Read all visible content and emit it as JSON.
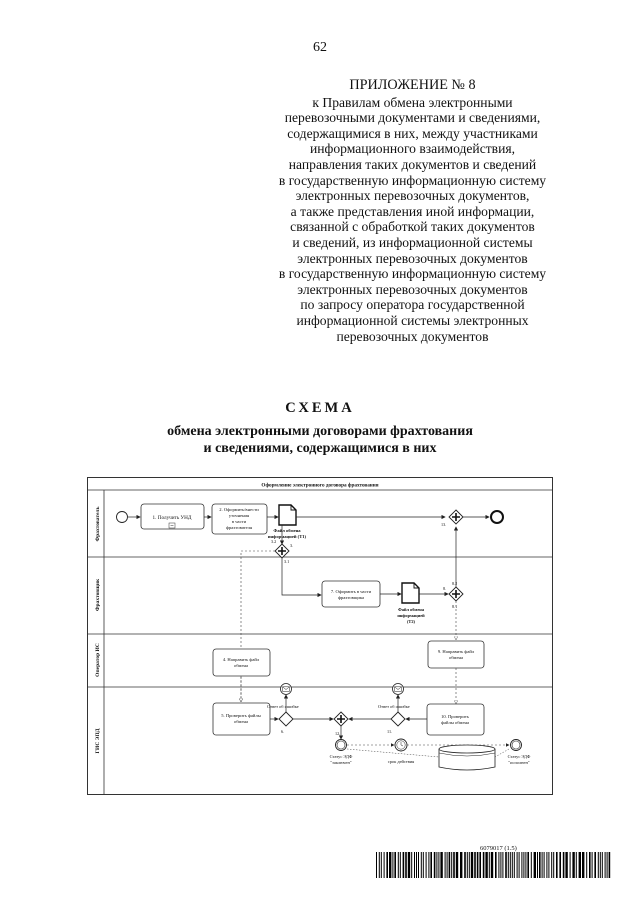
{
  "page_number": "62",
  "appendix": {
    "title": "ПРИЛОЖЕНИЕ № 8",
    "lines": [
      "к Правилам обмена электронными",
      "перевозочными документами и сведениями,",
      "содержащимися в них, между участниками",
      "информационного взаимодействия,",
      "направления таких документов и сведений",
      "в государственную информационную систему",
      "электронных перевозочных документов,",
      "а также представления иной информации,",
      "связанной с обработкой таких документов",
      "и сведений, из информационной системы",
      "электронных перевозочных документов",
      "в государственную информационную систему",
      "электронных перевозочных документов",
      "по запросу оператора государственной",
      "информационной системы электронных",
      "перевозочных документов"
    ]
  },
  "scheme": {
    "title": "СХЕМА",
    "subtitle_lines": [
      "обмена электронными договорами фрахтования",
      "и сведениями, содержащимися в них"
    ]
  },
  "diagram": {
    "header": "Оформление электронного договора фрахтования",
    "lanes": [
      "Фрахтователь",
      "Фрахтовщик",
      "Оператор ИС",
      "ГИС ЭПД"
    ],
    "tasks": {
      "t1": "1. Получить УНД",
      "t2": [
        "2. Оформить/внести",
        "уточнения",
        "в части",
        "фрахтователя"
      ],
      "t7": [
        "7. Оформить в части",
        "фрахтовщика"
      ],
      "t4": [
        "4. Направить файл",
        "обмена"
      ],
      "t9": [
        "9. Направить файл",
        "обмена"
      ],
      "t5": [
        "5. Проверить файлы",
        "обмена"
      ],
      "t10": [
        "10. Проверить",
        "файлы обмена"
      ]
    },
    "documents": {
      "d1": [
        "Файл обмена",
        "информацией (Т1)"
      ],
      "d2": [
        "Файл обмена",
        "информацией",
        "(Т2)"
      ]
    },
    "labels": {
      "g3": "3.",
      "g3_2": "3.2",
      "g3_1": "3.1",
      "g8": "8.",
      "g8_2": "8.2",
      "g8_1": "8.1",
      "g13": "13.",
      "g6": "6.",
      "g11": "11.",
      "g12": "12.",
      "error_reply_left": "Ответ об ошибке",
      "error_reply_right": "Ответ об ошибке",
      "status_concluded": [
        "Статус ЭДФ",
        "\"заключен\""
      ],
      "status_executed": [
        "Статус ЭДФ",
        "\"исполнен\""
      ],
      "deadline": "срок действия"
    }
  },
  "footer": {
    "serial": "6079017 (1.5)"
  }
}
